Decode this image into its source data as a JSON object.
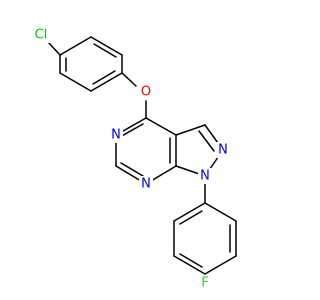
{
  "molecule": {
    "labels": {
      "chlorine": "Cl",
      "ether_oxygen": "O",
      "pyrimidine_n_top": "N",
      "pyrimidine_n_bottom": "N",
      "pyrazole_n2": "N",
      "pyrazole_n1": "N",
      "fluorine": "F"
    },
    "colors": {
      "bond": "#000000",
      "carbon": "#000000",
      "nitrogen": "#0000ff",
      "oxygen": "#ff0000",
      "chlorine": "#00cc00",
      "fluorine": "#33cc33"
    }
  }
}
